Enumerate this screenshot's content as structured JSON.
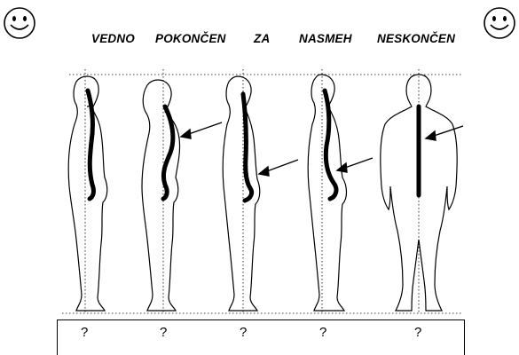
{
  "title": {
    "words": [
      "VEDNO",
      "POKONČEN",
      "ZA",
      "NASMEH",
      "NESKONČEN"
    ]
  },
  "icons": {
    "left": "smiley-face-icon",
    "right": "smiley-face-icon"
  },
  "figures": [
    {
      "name": "figure-1",
      "view": "side",
      "arrow": false
    },
    {
      "name": "figure-2",
      "view": "side",
      "arrow": true
    },
    {
      "name": "figure-3",
      "view": "side",
      "arrow": true
    },
    {
      "name": "figure-4",
      "view": "side",
      "arrow": true
    },
    {
      "name": "figure-5",
      "view": "back",
      "arrow": true
    }
  ],
  "answers": [
    "?",
    "?",
    "?",
    "?",
    "?"
  ]
}
